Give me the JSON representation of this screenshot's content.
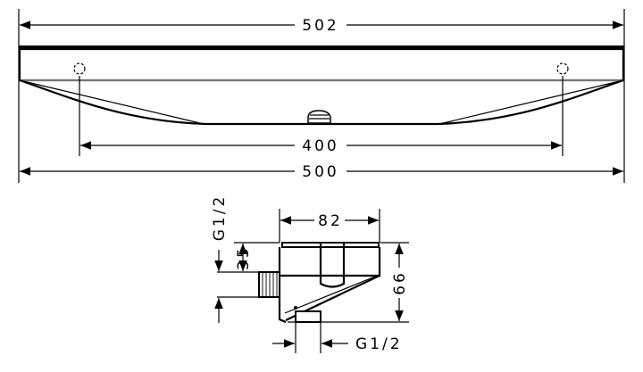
{
  "drawing": {
    "top_view": {
      "overall_top_width": "502",
      "hole_spacing": "400",
      "overall_bottom_width": "500"
    },
    "side_view": {
      "width": "82",
      "height": "66",
      "inlet_offset": "35",
      "side_thread": "G1/2",
      "bottom_thread": "G1/2"
    }
  }
}
